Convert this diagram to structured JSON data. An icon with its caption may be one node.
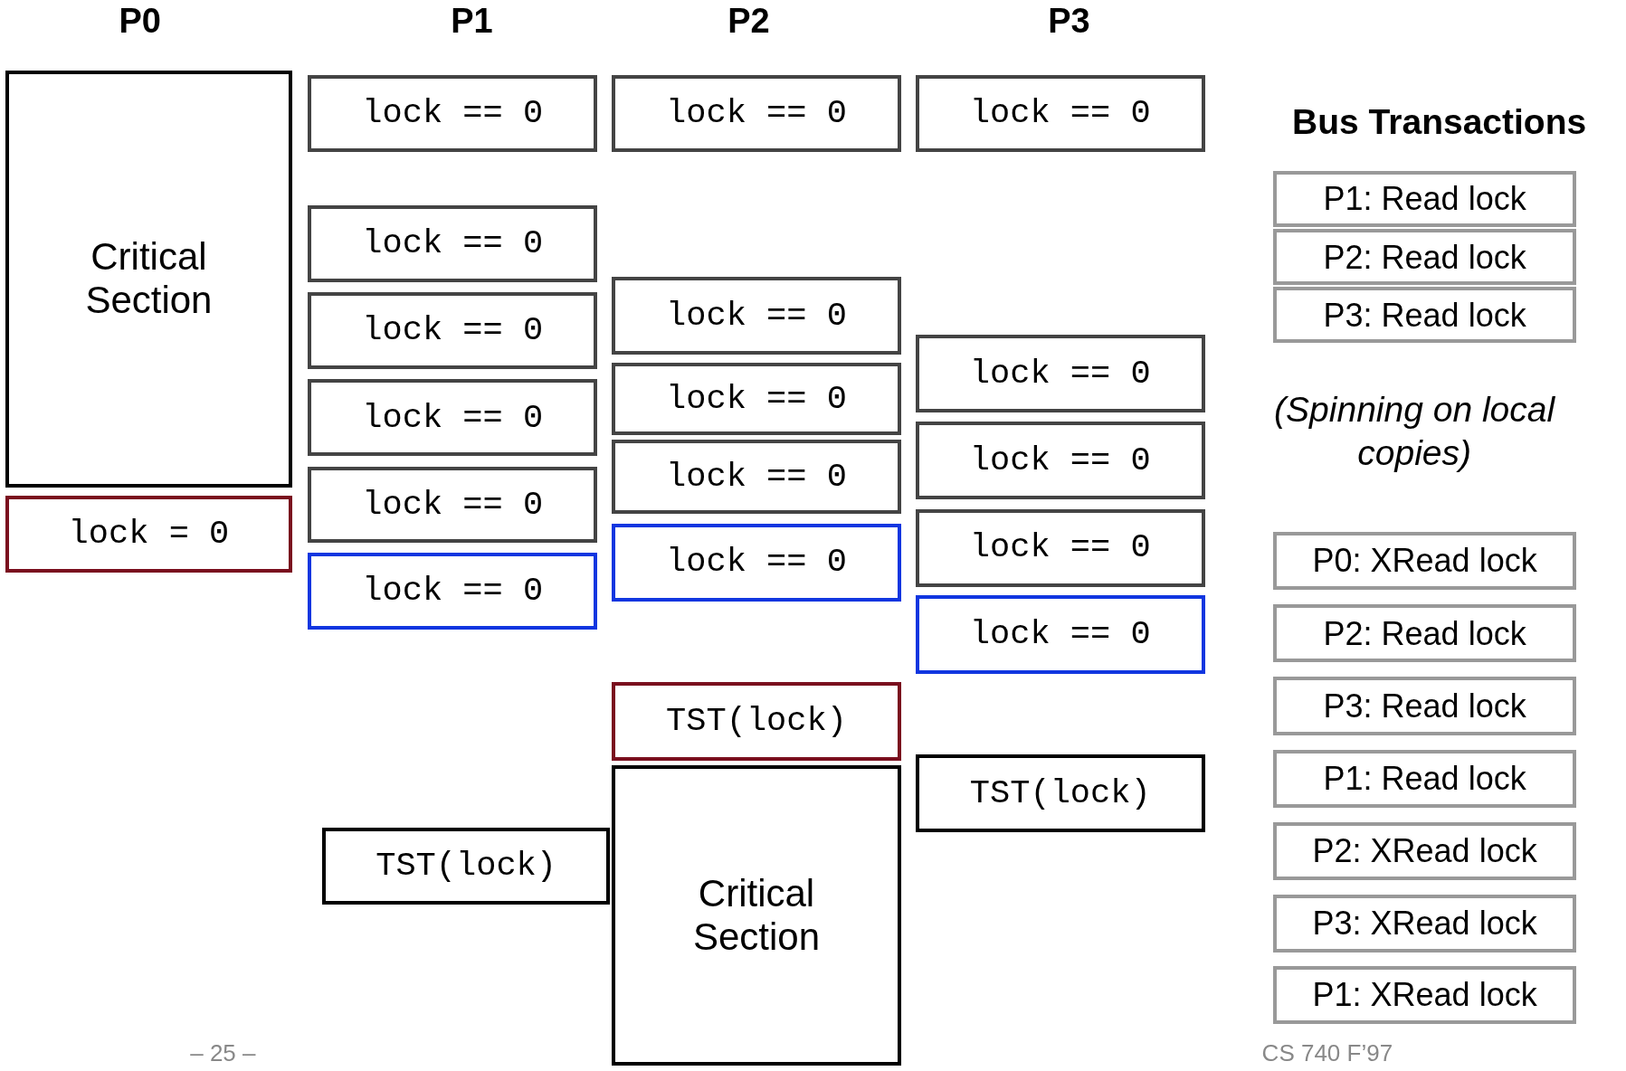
{
  "diagram": {
    "nodes": [
      {
        "text": [
          "Critical Section"
        ]
      },
      {
        "text": [
          "lock = 0"
        ]
      },
      {
        "text": [
          "lock == 0"
        ]
      },
      {
        "text": [
          "lock == 0"
        ]
      },
      {
        "text": [
          "lock == 0"
        ]
      },
      {
        "text": [
          "lock == 0"
        ]
      },
      {
        "text": [
          "lock == 0"
        ]
      },
      {
        "text": [
          "lock == 0"
        ]
      },
      {
        "text": [
          "TST(lock)"
        ]
      },
      {
        "text": [
          "lock == 0"
        ]
      },
      {
        "text": [
          "lock == 0"
        ]
      },
      {
        "text": [
          "lock == 0"
        ]
      },
      {
        "text": [
          "lock == 0"
        ]
      },
      {
        "text": [
          "lock == 0"
        ]
      },
      {
        "text": [
          "TST(lock)"
        ]
      },
      {
        "text": [
          "Critical Section"
        ]
      },
      {
        "text": [
          "lock == 0"
        ]
      },
      {
        "text": [
          "lock == 0"
        ]
      },
      {
        "text": [
          "lock == 0"
        ]
      },
      {
        "text": [
          "lock == 0"
        ]
      },
      {
        "text": [
          "lock == 0"
        ]
      },
      {
        "text": [
          "TST(lock)"
        ]
      },
      {
        "text": [
          "P1: Read lock"
        ]
      },
      {
        "text": [
          "P2: Read lock"
        ]
      },
      {
        "text": [
          "P3: Read lock"
        ]
      },
      {
        "text": [
          "P0: XRead lock"
        ]
      },
      {
        "text": [
          "P2: Read lock"
        ]
      },
      {
        "text": [
          "P3: Read lock"
        ]
      },
      {
        "text": [
          "P1: Read lock"
        ]
      },
      {
        "text": [
          "P2: XRead lock"
        ]
      },
      {
        "text": [
          "P3: XRead lock"
        ]
      },
      {
        "text": [
          "P1: XRead lock"
        ]
      }
    ],
    "labels": [
      "P0",
      "P1",
      "P2",
      "P3",
      "Bus Transactions",
      "(Spinning on local copies)",
      "– 25 –",
      "CS 740 F’97"
    ]
  }
}
